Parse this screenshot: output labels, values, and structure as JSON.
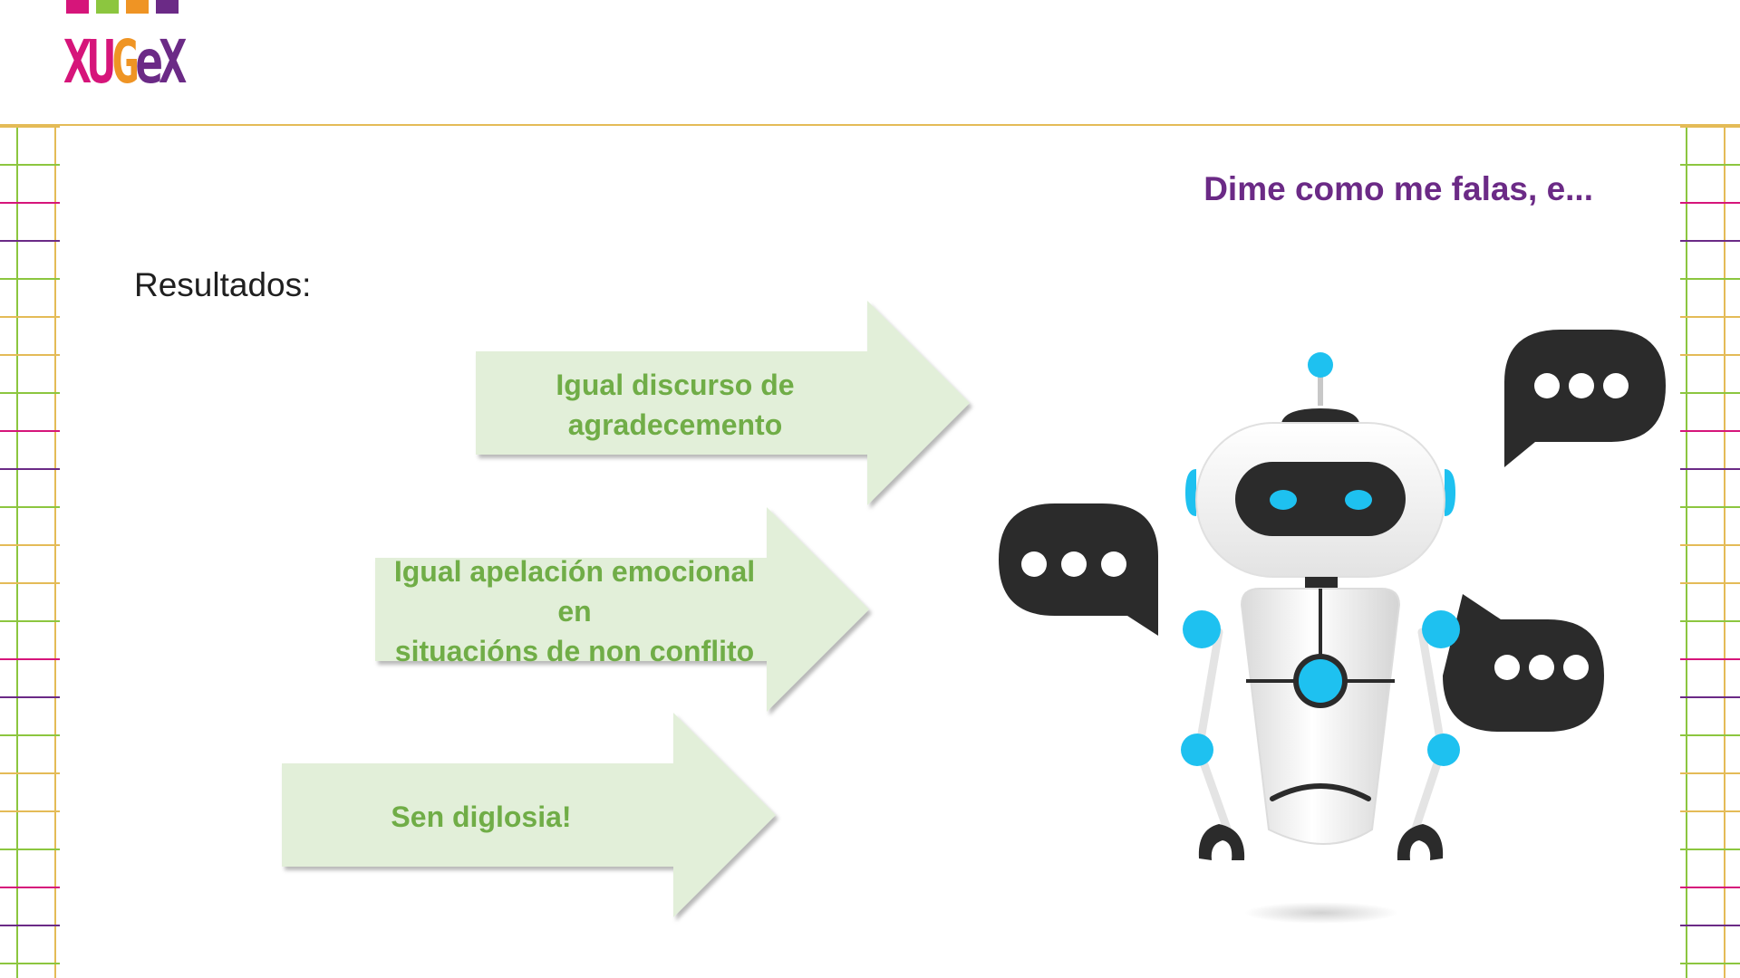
{
  "logo": {
    "text": "XUGeX",
    "letters": [
      {
        "char": "X",
        "color": "#d6157a"
      },
      {
        "char": "U",
        "color": "#d6157a"
      },
      {
        "char": "G",
        "color": "#ef9424"
      },
      {
        "char": "e",
        "color": "#6b2a86"
      },
      {
        "char": "X",
        "color": "#6b2a86"
      }
    ],
    "bar_colors": [
      "#d6157a",
      "#8cc63f",
      "#ef9424",
      "#6b2a86"
    ]
  },
  "header": {
    "title": "Dime como me falas, e..."
  },
  "section": {
    "heading": "Resultados:"
  },
  "results": [
    {
      "text_line1": "Igual discurso de",
      "text_line2": "agradecemento"
    },
    {
      "text_line1": "Igual apelación emocional en",
      "text_line2": "situacións de non conflito"
    },
    {
      "text_line1": "Sen diglosia!",
      "text_line2": ""
    }
  ],
  "colors": {
    "accent_purple": "#6b2a86",
    "arrow_fill": "#e2efd9",
    "arrow_text": "#70ad47",
    "rule_gold": "#e4bb57",
    "robot_cyan": "#1ec1f0",
    "bubble_dark": "#2b2b2b"
  },
  "illustration": {
    "icon": "robot-chat-icon"
  }
}
